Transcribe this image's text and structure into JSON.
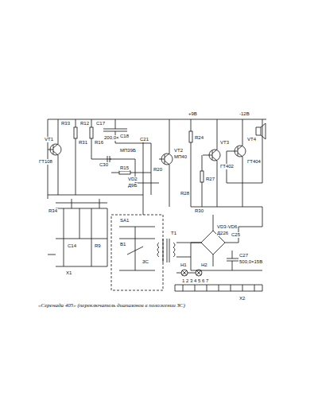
{
  "diagram": {
    "caption": "«Серенада 405» (переключатель диапазонов в положении ЗС)",
    "labels": [
      "R33",
      "R12",
      "С17",
      "200,0×10В",
      "VT1",
      "ГТ108",
      "R31",
      "С30",
      "R15",
      "R16",
      "С18",
      "МП39Б",
      "VD2",
      "Д9Б",
      "С21",
      "R20",
      "VT2",
      "МП40",
      "R24",
      "VT3",
      "ГТ402",
      "VT4",
      "ГТ404",
      "+9В",
      "-12В",
      "R27",
      "R28",
      "С25",
      "VD3-VD6",
      "Д226",
      "С27",
      "500,0×15В",
      "R30",
      "SA1",
      "В1",
      "Х1",
      "Т1",
      "ЗС",
      "1 2 3 4 5 6 7",
      "Х2",
      "Н1",
      "Н2",
      "R34",
      "С14",
      "R9"
    ]
  }
}
